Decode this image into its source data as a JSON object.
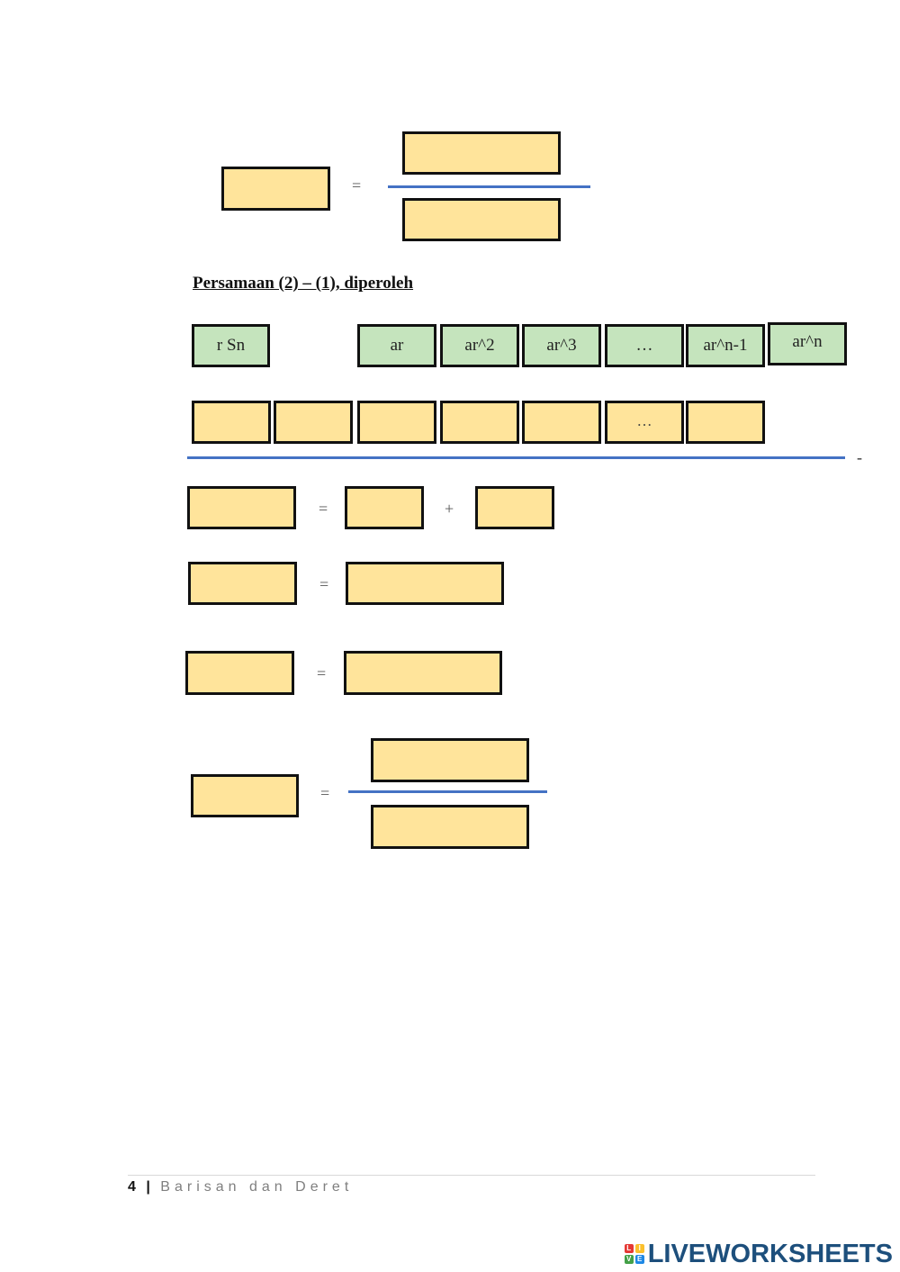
{
  "ops": {
    "eq": "=",
    "plus": "+",
    "minus": "-"
  },
  "section_heading": "Persamaan (2) – (1), diperoleh",
  "row1_labels": {
    "lhs": "r Sn",
    "t1": "ar",
    "t2": "ar^2",
    "t3": "ar^3",
    "t4": "…",
    "t5": "ar^n-1",
    "t6": "ar^n"
  },
  "row2_labels": {
    "dots": "…"
  },
  "footer": {
    "page_number": "4",
    "separator": "|",
    "title": "Barisan dan Deret"
  },
  "brand": {
    "name": "LIVEWORKSHEETS",
    "logo_letters": [
      "L",
      "I",
      "V",
      "E"
    ],
    "logo_colors": [
      "#e53935",
      "#fbc02d",
      "#43a047",
      "#1e88e5"
    ],
    "text_color": "#1d4f7c"
  },
  "colors": {
    "answer_box": "#ffe49b",
    "given_box": "#c5e4bd",
    "fraction_line": "#4472c4"
  }
}
